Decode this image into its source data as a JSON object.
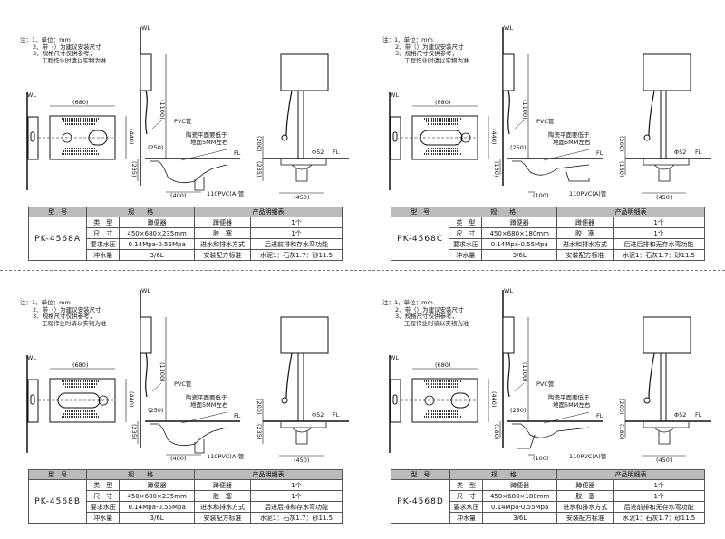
{
  "common": {
    "notes": [
      "注：1、单位：mm",
      "2、带（）为建议安装尺寸",
      "3、规格尺寸仅供参考，",
      "工程作业时请以实物为准"
    ],
    "wl": "WL",
    "fl": "FL",
    "width_dim": "(680)",
    "depth_dim": "(440)",
    "height_dim": "(1100)",
    "pvc_label": "PVC管",
    "note_ceramic": [
      "陶瓷平面要低于",
      "地面5MM左右"
    ],
    "dim_250": "(250)",
    "dim_200": "(200)",
    "phi": "Φ52",
    "dim_450": "(450)",
    "drain_label": "110PVC(A)管",
    "table_header": [
      "型　号",
      "规　　格",
      "产品明细表"
    ],
    "rows": [
      {
        "k1": "类　型",
        "v1": "蹲便器",
        "k2": "蹲便器",
        "v2": "1个"
      },
      {
        "k1": "尺　寸",
        "k2": "胶　塞",
        "v2": "1个"
      },
      {
        "k1": "要求水压",
        "v1": "0.14Mpa-0.55Mpa",
        "k2": "进水和排水方式"
      },
      {
        "k1": "冲水量",
        "v1": "3/6L",
        "k2": "安装配方标准",
        "v2": "水泥1：石灰1.7：砂11.5"
      }
    ]
  },
  "panels": [
    {
      "model": "PK-4568A",
      "size": "450×680×235mm",
      "function": "后进前排和存水弯功能",
      "depth": "(235)",
      "offset": "(400)",
      "variant": "front-trap"
    },
    {
      "model": "PK-4568C",
      "size": "450×680×180mm",
      "function": "后进后排和无存水弯功能",
      "depth": "(180)",
      "offset": "(100)",
      "variant": "rear-notrap"
    },
    {
      "model": "PK-4568B",
      "size": "450×680×235mm",
      "function": "后进后排和存水弯功能",
      "depth": "(235)",
      "offset": "(400)",
      "variant": "rear-trap"
    },
    {
      "model": "PK-4568D",
      "size": "450×680×180mm",
      "function": "后进前排和无存水弯功能",
      "depth": "(180)",
      "offset": "(100)",
      "variant": "front-notrap"
    }
  ]
}
